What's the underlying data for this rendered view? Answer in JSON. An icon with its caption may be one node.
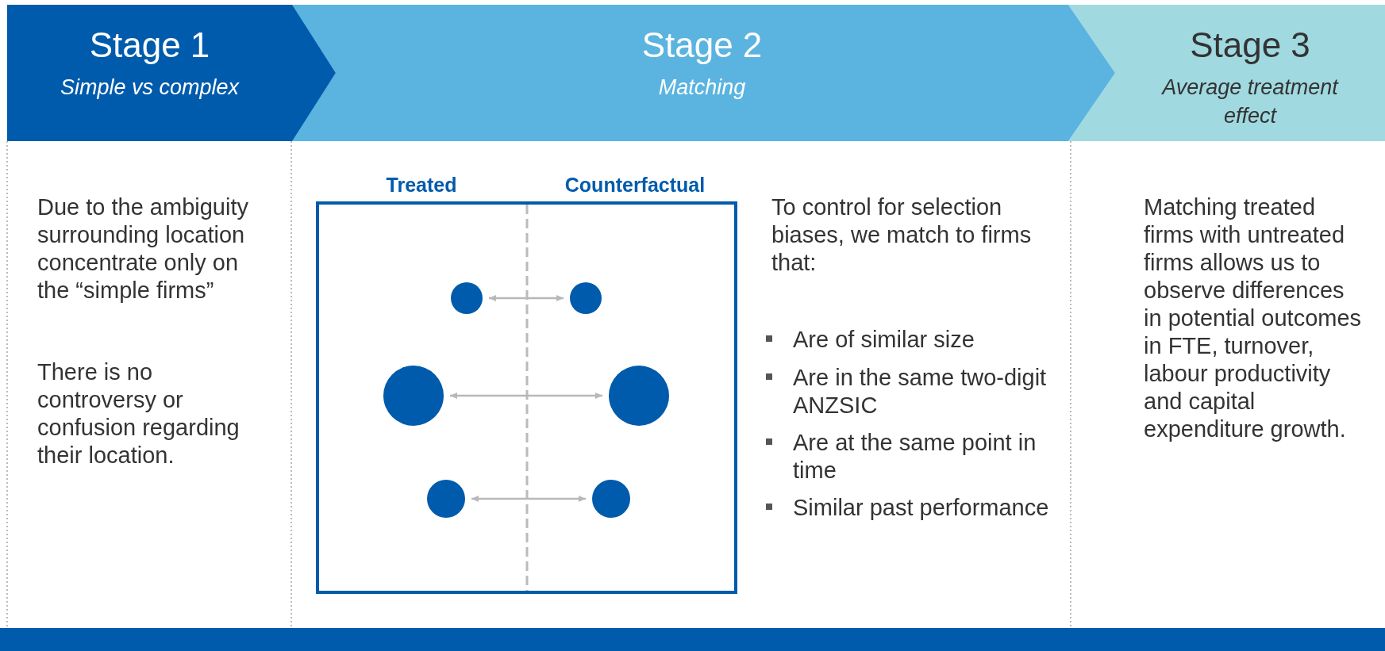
{
  "diagram": {
    "nodes": [
      {
        "text": [
          "Stage 1",
          "Simple vs complex"
        ]
      },
      {
        "text": [
          "Stage 2",
          "Matching"
        ]
      },
      {
        "text": [
          "Stage 3",
          "Average treatment effect"
        ]
      },
      {
        "text": [
          "Treated",
          "Counterfactual"
        ]
      },
      {
        "text": [],
        "shape": "circle",
        "in": 3
      },
      {
        "text": [],
        "shape": "circle",
        "in": 3
      },
      {
        "text": [],
        "shape": "circle",
        "in": 3
      },
      {
        "text": [],
        "shape": "circle",
        "in": 3
      },
      {
        "text": [],
        "shape": "circle",
        "in": 3
      },
      {
        "text": [],
        "shape": "circle",
        "in": 3
      }
    ],
    "edges": [
      {
        "from": 4,
        "to": 5,
        "arrow": "both"
      },
      {
        "from": 6,
        "to": 7,
        "arrow": "both"
      },
      {
        "from": 8,
        "to": 9,
        "arrow": "both"
      }
    ],
    "labels": [
      "Due to the ambiguity surrounding location concentrate only on the “simple firms”",
      "There is no controversy or confusion regarding their location.",
      "To control for selection biases, we match to firms that:",
      "Are of similar size",
      "Are in the same two-digit ANZSIC",
      "Are at the same point in time",
      "Similar past performance",
      "Matching treated firms with untreated firms allows us to observe differences in potential outcomes in FTE, turnover, labour productivity and capital expenditure growth."
    ]
  }
}
